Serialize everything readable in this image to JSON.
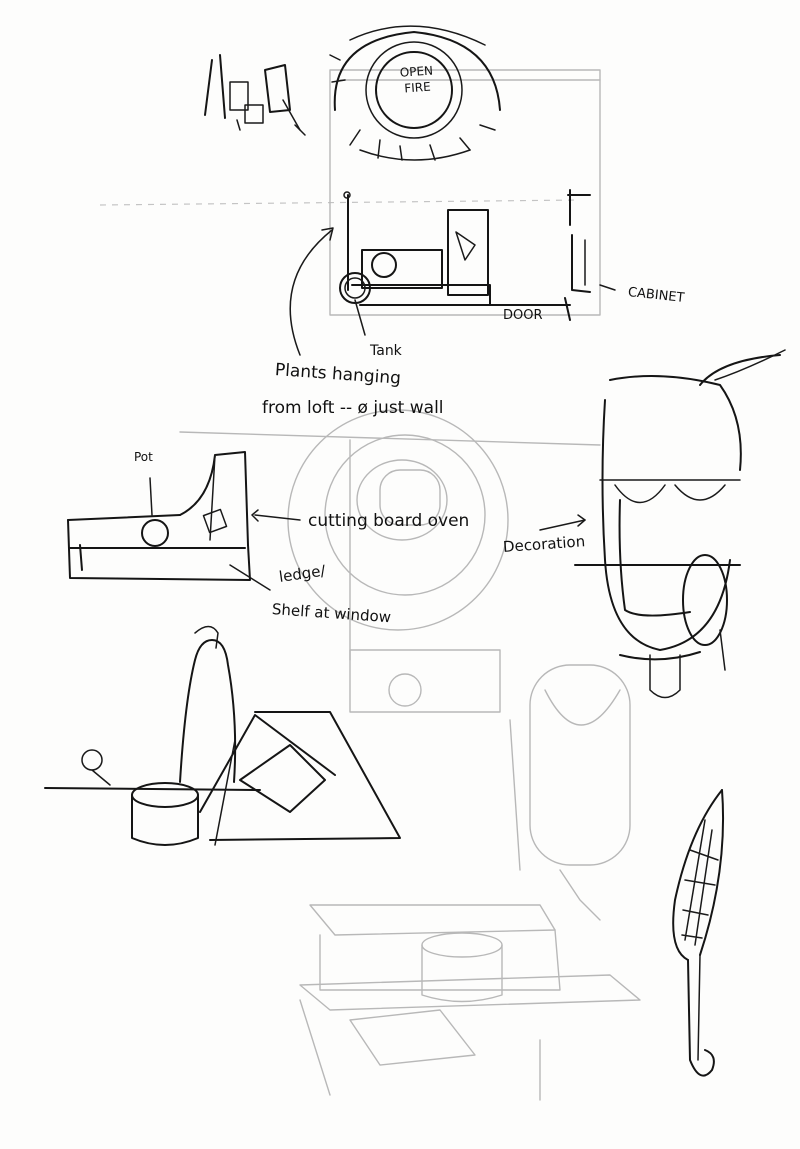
{
  "labels": {
    "open_fire": "OPEN FIRE",
    "cabinet": "CABINET",
    "door": "DOOR",
    "tank": "Tank",
    "plants_line1": "Plants hanging",
    "plants_line2": "from loft -- ø just wall",
    "pot": "Pot",
    "cutting_board": "cutting board oven",
    "decoration": "Decoration",
    "ledge_line1": "ledge/",
    "ledge_line2": "Shelf at window"
  }
}
